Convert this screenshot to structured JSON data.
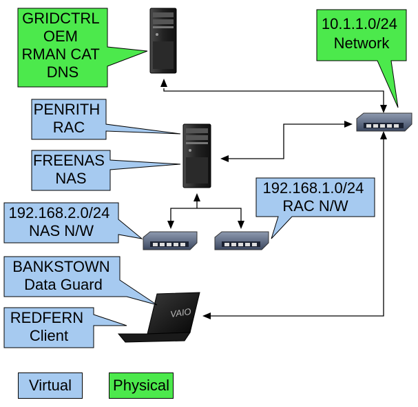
{
  "colors": {
    "virtual": "#a6caf0",
    "physical": "#4ce94c",
    "line": "#000000"
  },
  "nodes": {
    "server_top": {
      "icon": "tower-server-icon"
    },
    "server_mid": {
      "icon": "tower-server-icon"
    },
    "switch_main": {
      "icon": "network-switch-icon"
    },
    "switch_nas": {
      "icon": "network-switch-icon"
    },
    "switch_rac": {
      "icon": "network-switch-icon"
    },
    "laptop": {
      "icon": "laptop-icon",
      "brand": "VAIO"
    }
  },
  "callouts": {
    "gridctrl": {
      "lines": [
        "GRIDCTRL",
        "OEM",
        "RMAN CAT",
        "DNS"
      ]
    },
    "network_main": {
      "lines": [
        "10.1.1.0/24",
        "Network"
      ]
    },
    "penrith": {
      "lines": [
        "PENRITH",
        "RAC"
      ]
    },
    "freenas": {
      "lines": [
        "FREENAS",
        "NAS"
      ]
    },
    "nas_nw": {
      "lines": [
        "192.168.2.0/24",
        "NAS N/W"
      ]
    },
    "rac_nw": {
      "lines": [
        "192.168.1.0/24",
        "RAC N/W"
      ]
    },
    "bankstown": {
      "lines": [
        "BANKSTOWN",
        "Data Guard"
      ]
    },
    "redfern": {
      "lines": [
        "REDFERN",
        "Client"
      ]
    }
  },
  "legend": {
    "virtual": "Virtual",
    "physical": "Physical"
  }
}
